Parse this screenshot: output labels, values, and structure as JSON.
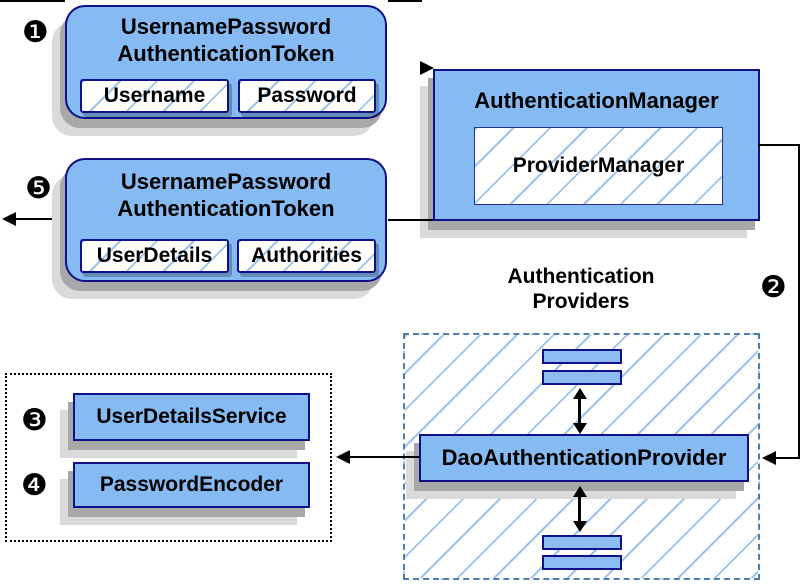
{
  "badges": {
    "step1": "❶",
    "step2": "❷",
    "step3": "❸",
    "step4": "❹",
    "step5": "❺"
  },
  "request_token": {
    "title_line1": "UsernamePassword",
    "title_line2": "AuthenticationToken",
    "fields": [
      "Username",
      "Password"
    ]
  },
  "response_token": {
    "title_line1": "UsernamePassword",
    "title_line2": "AuthenticationToken",
    "fields": [
      "UserDetails",
      "Authorities"
    ]
  },
  "auth_manager": {
    "title": "AuthenticationManager",
    "provider_manager": "ProviderManager"
  },
  "providers": {
    "label_line1": "Authentication",
    "label_line2": "Providers",
    "dao_provider": "DaoAuthenticationProvider"
  },
  "beans": {
    "user_details_service": "UserDetailsService",
    "password_encoder": "PasswordEncoder"
  },
  "colors": {
    "box_fill": "#85BBF2",
    "box_border": "#10108A",
    "hatch_line": "#9CC3EC",
    "providers_dashed_border": "#4E7FAE",
    "beans_dotted_border": "#000000",
    "connector": "#000000",
    "shadow_dark": "#A8A8A8",
    "shadow_light": "#DADADA"
  }
}
